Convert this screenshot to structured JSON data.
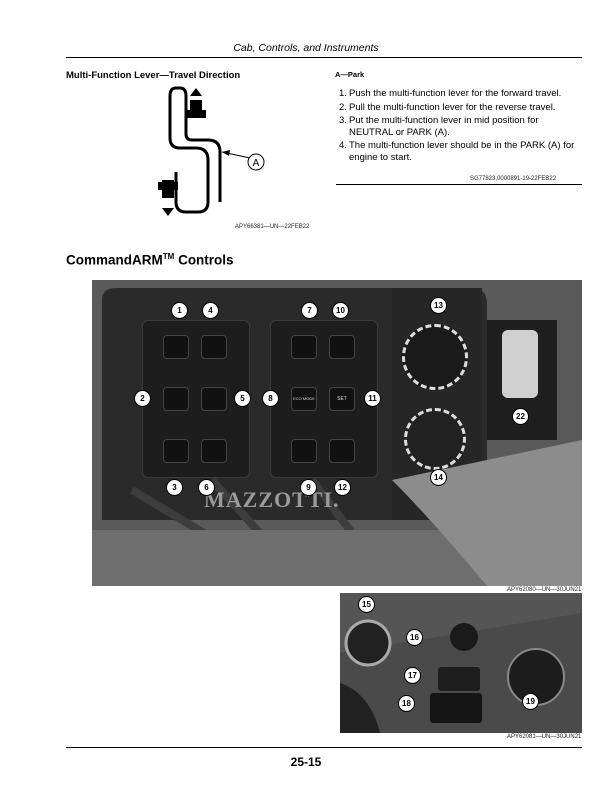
{
  "header": {
    "title": "Cab, Controls, and Instruments"
  },
  "section1": {
    "heading": "Multi-Function Lever—Travel Direction",
    "figure_code": "APY66381—UN—22FEB22",
    "figure_label": "A",
    "legend": "A—Park",
    "steps": [
      {
        "num": "1.",
        "text": "Push the multi-function lever for the forward travel."
      },
      {
        "num": "2.",
        "text": "Pull the multi-function lever for the reverse travel."
      },
      {
        "num": "3.",
        "text": "Put the multi-function lever in mid position for NEUTRAL or PARK (A)."
      },
      {
        "num": "4.",
        "text": "The multi-function lever should be in the PARK (A) for engine to start."
      }
    ],
    "ref_code": "SG77823,0000891-19-22FEB22"
  },
  "section2": {
    "heading": "CommandARM",
    "heading_sup": "TM",
    "heading_rest": " Controls",
    "brand": "MAZZOTTI.",
    "figure1_code": "APY62080—UN—30JUN21",
    "figure2_code": "APY62081—UN—30JUN21",
    "callouts1": [
      "1",
      "2",
      "3",
      "4",
      "5",
      "6",
      "7",
      "8",
      "9",
      "10",
      "11",
      "12",
      "13",
      "14",
      "22"
    ],
    "callouts2": [
      "15",
      "16",
      "17",
      "18",
      "19"
    ],
    "key_labels": {
      "eco": "ECO MODE",
      "set": "SET"
    }
  },
  "footer": {
    "page_number": "25-15"
  }
}
